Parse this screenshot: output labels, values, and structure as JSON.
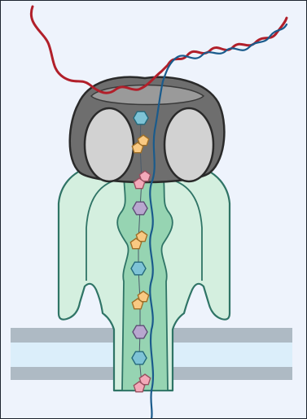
{
  "colors": {
    "background": "#eef3fc",
    "frame": "#1d2430",
    "membrane_band": "#aebac4",
    "membrane_core": "#dbeefa",
    "channel_fill": "#d4efdf",
    "channel_inner": "#96d4b2",
    "channel_stroke": "#2f7466",
    "complex_dark": "#6e6e6e",
    "complex_light": "#d2d2d2",
    "rna_red": "#b11f2a",
    "dna_blue": "#1a5b8c"
  },
  "chain": [
    {
      "shape": "hexagon",
      "color": "#7ec3d6"
    },
    {
      "shape": "double-pentagon",
      "color": "#f9c982"
    },
    {
      "shape": "double-pentagon",
      "color": "#f3a9b9"
    },
    {
      "shape": "hexagon",
      "color": "#b8a7cf"
    },
    {
      "shape": "double-pentagon",
      "color": "#f9c982"
    },
    {
      "shape": "hexagon",
      "color": "#7ec3d6"
    },
    {
      "shape": "double-pentagon",
      "color": "#f9c982"
    },
    {
      "shape": "hexagon",
      "color": "#b8a7cf"
    },
    {
      "shape": "hexagon",
      "color": "#7ec3d6"
    },
    {
      "shape": "double-pentagon",
      "color": "#f3a9b9"
    }
  ]
}
